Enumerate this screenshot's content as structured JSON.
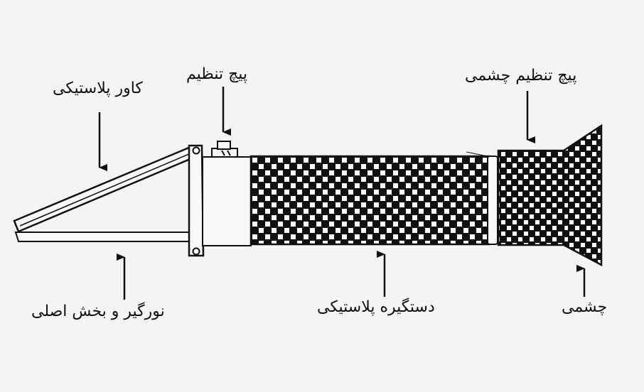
{
  "diagram": {
    "labels": {
      "plastic_cover": "کاور پلاستیکی",
      "adjust_screw": "پیچ تنظیم",
      "eyepiece_adjust_screw": "پیچ تنظیم چشمی",
      "prism_and_main_body": "نورگیر و بخش اصلی",
      "plastic_handle": "دستگیره پلاستیکی",
      "eyepiece": "چشمی"
    },
    "colors": {
      "background": "#f4f4f2",
      "ink": "#111111",
      "pattern_dark": "#111111",
      "pattern_light": "#ffffff"
    }
  }
}
